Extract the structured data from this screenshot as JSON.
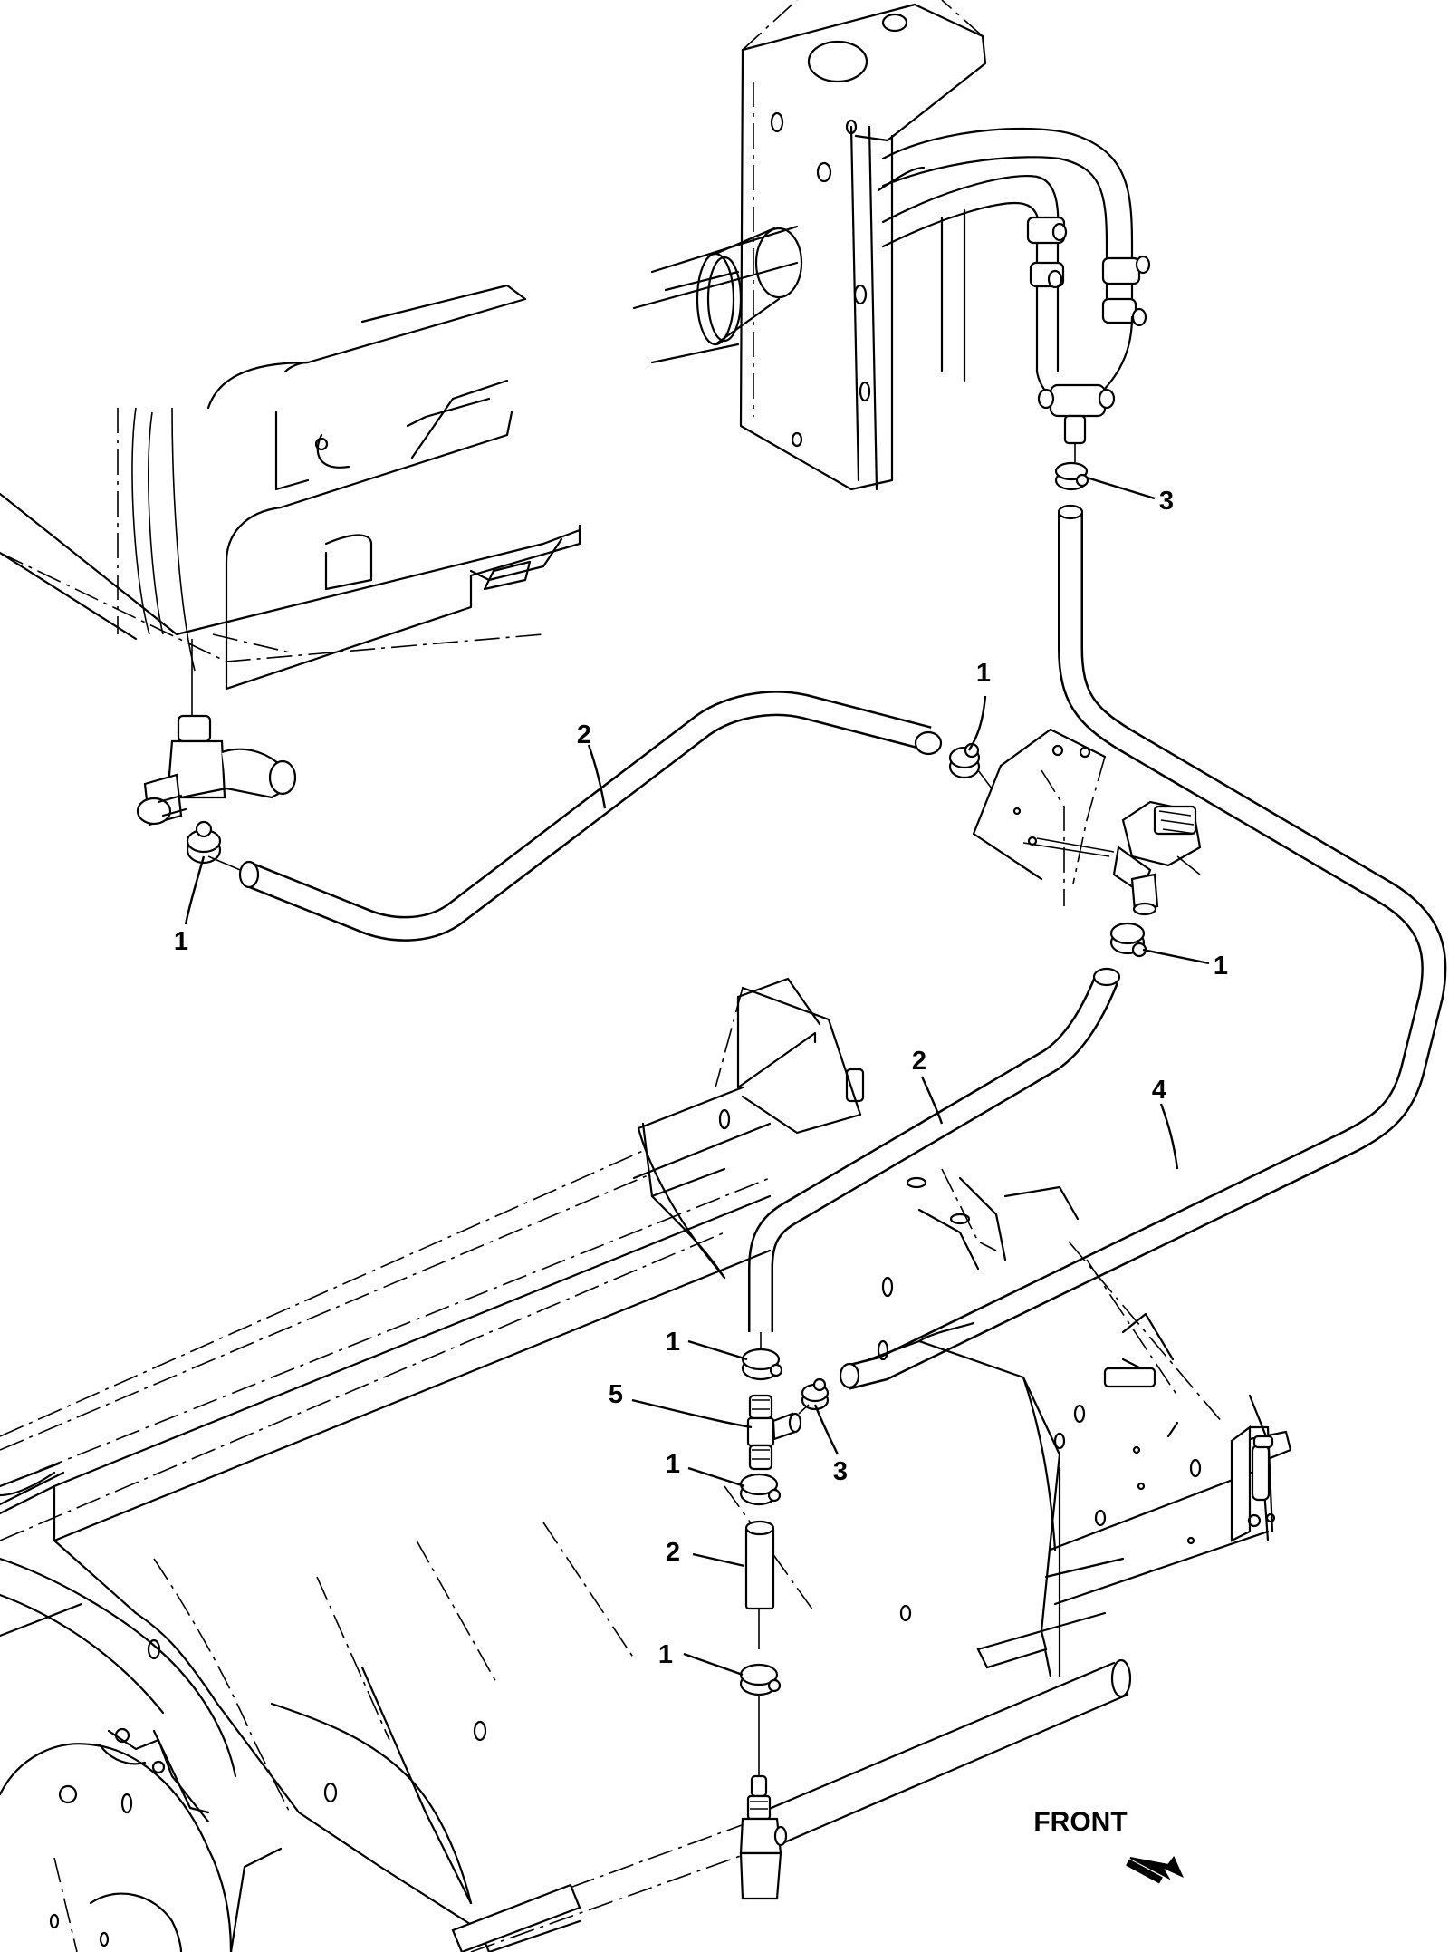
{
  "callouts": [
    {
      "id": "c1a",
      "text": "1"
    },
    {
      "id": "c1b",
      "text": "1"
    },
    {
      "id": "c1c",
      "text": "1"
    },
    {
      "id": "c1d",
      "text": "1"
    },
    {
      "id": "c1e",
      "text": "1"
    },
    {
      "id": "c1f",
      "text": "1"
    },
    {
      "id": "c2a",
      "text": "2"
    },
    {
      "id": "c2b",
      "text": "2"
    },
    {
      "id": "c2c",
      "text": "2"
    },
    {
      "id": "c3a",
      "text": "3"
    },
    {
      "id": "c3b",
      "text": "3"
    },
    {
      "id": "c4",
      "text": "4"
    },
    {
      "id": "c5",
      "text": "5"
    }
  ],
  "front_label": "FRONT",
  "front_arrow_icon": "front-direction-arrow-icon"
}
